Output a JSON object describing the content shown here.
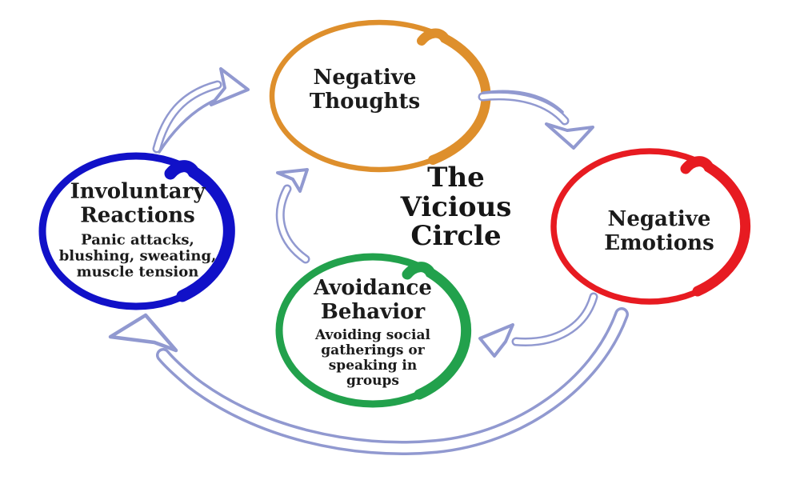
{
  "title": {
    "text": "The\nVicious\nCircle"
  },
  "nodes": {
    "negative_thoughts": {
      "label": "Negative\nThoughts",
      "color": "#de8f2c"
    },
    "negative_emotions": {
      "label": "Negative\nEmotions",
      "color": "#e71b21"
    },
    "avoidance_behavior": {
      "label": "Avoidance\nBehavior",
      "sublabel": "Avoiding social\ngatherings or\nspeaking in\ngroups",
      "color": "#22a14c"
    },
    "involuntary_reactions": {
      "label": "Involuntary\nReactions",
      "sublabel": "Panic attacks,\nblushing, sweating,\nmuscle tension",
      "color": "#1111c8"
    }
  },
  "arrows": {
    "color": "#9199d0",
    "connections": [
      {
        "from": "involuntary_reactions",
        "to": "negative_thoughts"
      },
      {
        "from": "negative_thoughts",
        "to": "negative_emotions"
      },
      {
        "from": "negative_emotions",
        "to": "avoidance_behavior"
      },
      {
        "from": "avoidance_behavior",
        "to": "negative_thoughts"
      },
      {
        "from": "negative_emotions",
        "to": "involuntary_reactions"
      }
    ]
  },
  "background_color": "#ffffff",
  "text_color": "#1b1b1b"
}
